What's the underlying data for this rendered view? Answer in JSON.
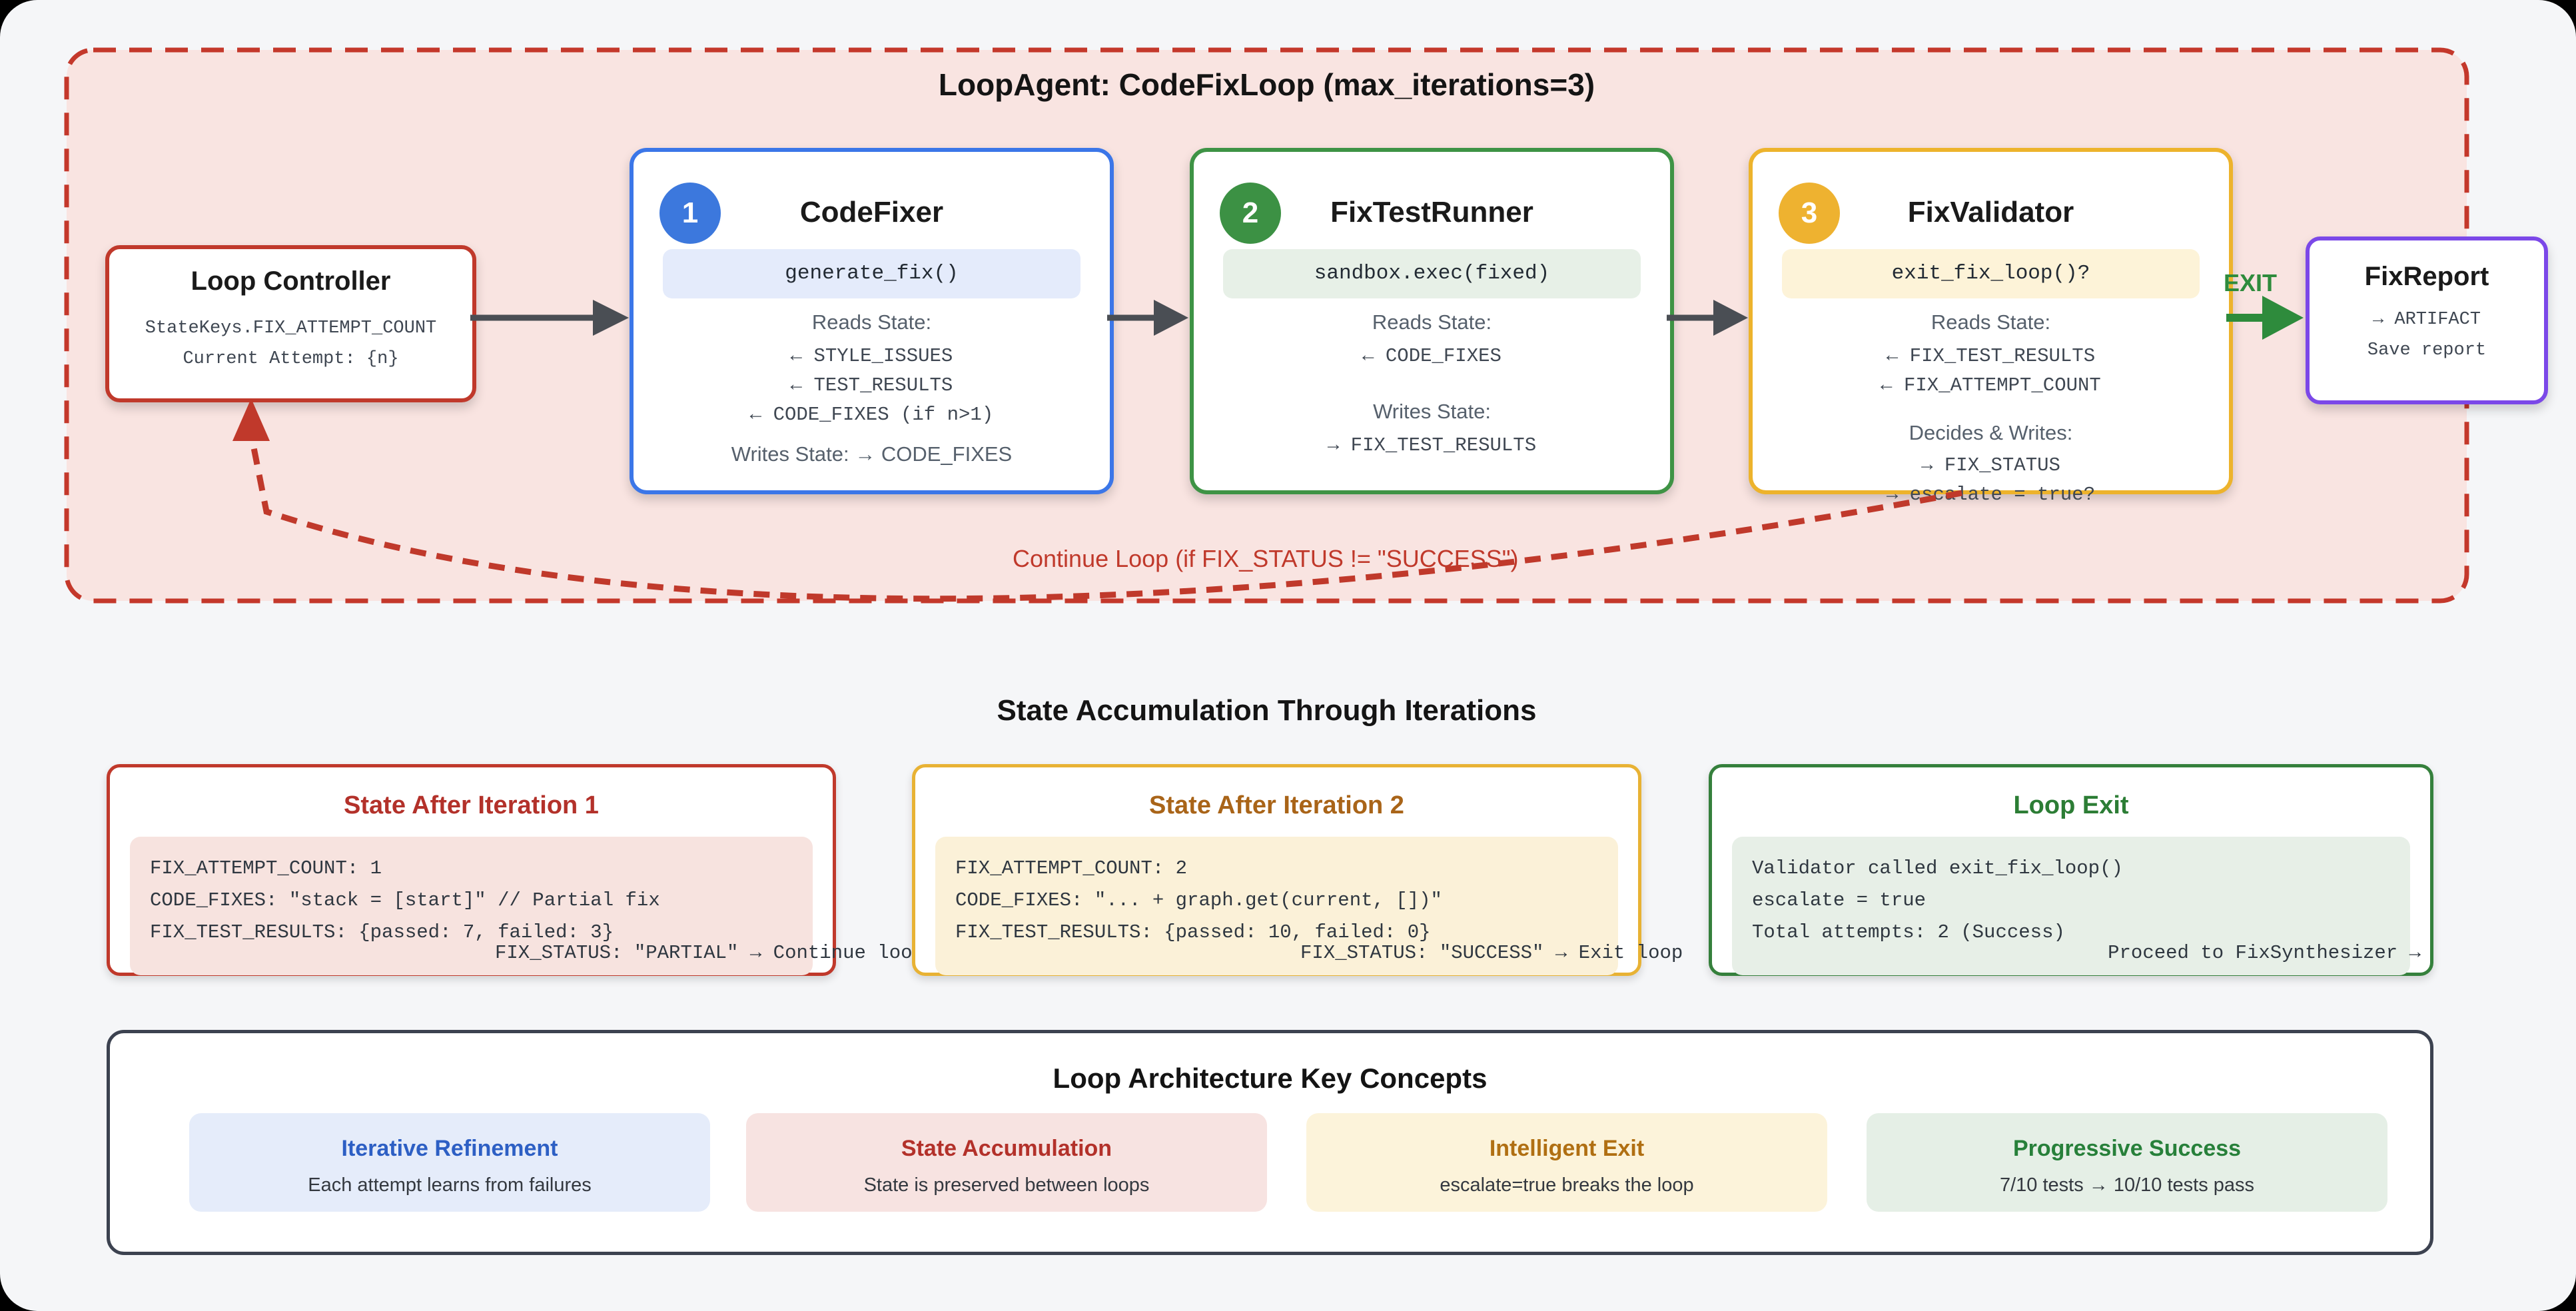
{
  "colors": {
    "page_bg": "#f5f6f8",
    "loop_fill": "#f9e4e1",
    "red": "#c0392b",
    "blue": "#3b76e8",
    "green": "#3e9345",
    "amber": "#edb32c",
    "purple": "#7b48e8",
    "arrow_gray": "#4a4e54",
    "exit_green": "#2e8b3c"
  },
  "loop": {
    "title": "LoopAgent: CodeFixLoop (max_iterations=3)",
    "controller": {
      "title": "Loop Controller",
      "line1": "StateKeys.FIX_ATTEMPT_COUNT",
      "line2": "Current Attempt: {n}"
    },
    "continue_label": "Continue Loop (if FIX_STATUS != \"SUCCESS\")",
    "exit_label": "EXIT"
  },
  "agents": [
    {
      "badge": "1",
      "title": "CodeFixer",
      "pill": "generate_fix()",
      "reads_label": "Reads State:",
      "reads": [
        "← STYLE_ISSUES",
        "← TEST_RESULTS",
        "← CODE_FIXES (if n>1)"
      ],
      "writes_label": "Writes State: → CODE_FIXES",
      "writes": []
    },
    {
      "badge": "2",
      "title": "FixTestRunner",
      "pill": "sandbox.exec(fixed)",
      "reads_label": "Reads State:",
      "reads": [
        "← CODE_FIXES"
      ],
      "writes_label": "Writes State:",
      "writes": [
        "→ FIX_TEST_RESULTS"
      ]
    },
    {
      "badge": "3",
      "title": "FixValidator",
      "pill": "exit_fix_loop()?",
      "reads_label": "Reads State:",
      "reads": [
        "← FIX_TEST_RESULTS",
        "← FIX_ATTEMPT_COUNT"
      ],
      "writes_label": "Decides & Writes:",
      "writes": [
        "→ FIX_STATUS",
        "→ escalate = true?"
      ]
    }
  ],
  "fix_report": {
    "title": "FixReport",
    "line1": "→ ARTIFACT",
    "line2": "Save report"
  },
  "state_section": {
    "title": "State Accumulation Through Iterations",
    "boxes": [
      {
        "title": "State After Iteration 1",
        "lines": [
          "FIX_ATTEMPT_COUNT: 1",
          "CODE_FIXES: \"stack = [start]\" // Partial fix",
          "FIX_TEST_RESULTS: {passed: 7, failed: 3}"
        ],
        "outcome": "FIX_STATUS: \"PARTIAL\" → Continue loop"
      },
      {
        "title": "State After Iteration 2",
        "lines": [
          "FIX_ATTEMPT_COUNT: 2",
          "CODE_FIXES: \"... + graph.get(current, [])\"",
          "FIX_TEST_RESULTS: {passed: 10, failed: 0}"
        ],
        "outcome": "FIX_STATUS: \"SUCCESS\" → Exit loop"
      },
      {
        "title": "Loop Exit",
        "lines": [
          "Validator called exit_fix_loop()",
          "escalate = true",
          "Total attempts: 2 (Success)"
        ],
        "outcome": "Proceed to FixSynthesizer →"
      }
    ]
  },
  "concepts": {
    "title": "Loop Architecture Key Concepts",
    "cards": [
      {
        "title": "Iterative Refinement",
        "desc": "Each attempt learns from failures"
      },
      {
        "title": "State Accumulation",
        "desc": "State is preserved between loops"
      },
      {
        "title": "Intelligent Exit",
        "desc": "escalate=true breaks the loop"
      },
      {
        "title": "Progressive Success",
        "desc": "7/10 tests → 10/10 tests pass"
      }
    ]
  }
}
